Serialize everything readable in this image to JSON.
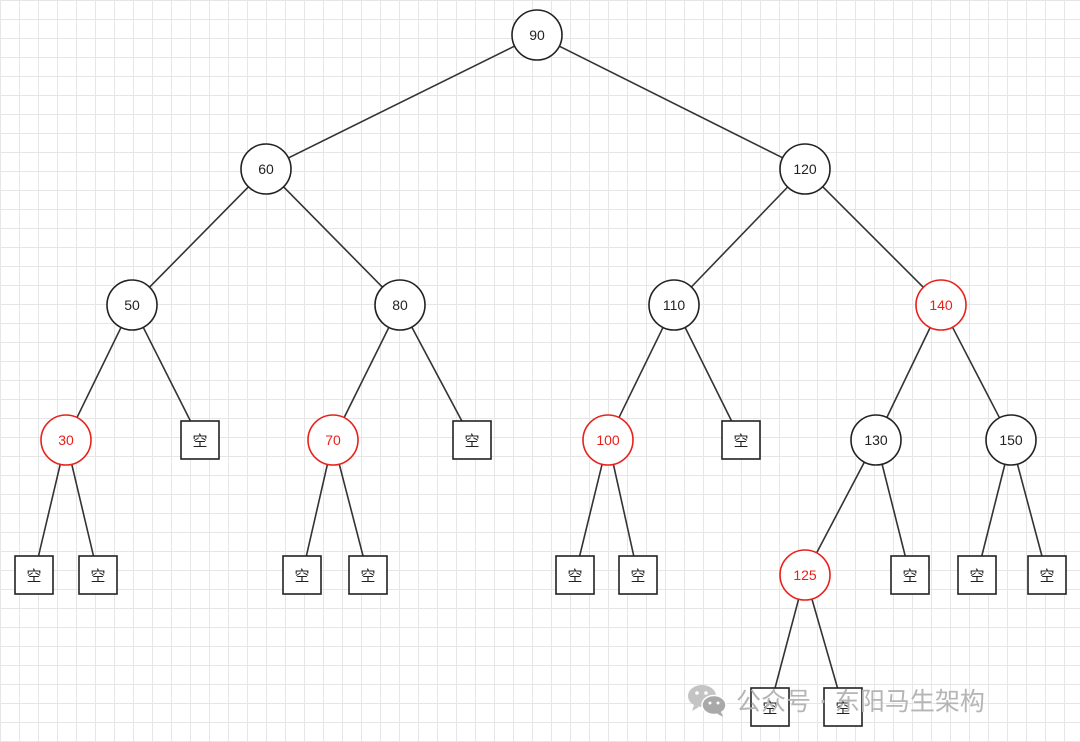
{
  "tree": {
    "nodes": [
      {
        "id": "n90",
        "label": "90",
        "color": "black"
      },
      {
        "id": "n60",
        "label": "60",
        "color": "black"
      },
      {
        "id": "n120",
        "label": "120",
        "color": "black"
      },
      {
        "id": "n50",
        "label": "50",
        "color": "black"
      },
      {
        "id": "n80",
        "label": "80",
        "color": "black"
      },
      {
        "id": "n110",
        "label": "110",
        "color": "black"
      },
      {
        "id": "n140",
        "label": "140",
        "color": "red"
      },
      {
        "id": "n30",
        "label": "30",
        "color": "red"
      },
      {
        "id": "n70",
        "label": "70",
        "color": "red"
      },
      {
        "id": "n100",
        "label": "100",
        "color": "red"
      },
      {
        "id": "n130",
        "label": "130",
        "color": "black"
      },
      {
        "id": "n150",
        "label": "150",
        "color": "black"
      },
      {
        "id": "n125",
        "label": "125",
        "color": "red"
      }
    ],
    "nil_label": "空",
    "edges": [
      [
        "n90",
        "n60"
      ],
      [
        "n90",
        "n120"
      ],
      [
        "n60",
        "n50"
      ],
      [
        "n60",
        "n80"
      ],
      [
        "n120",
        "n110"
      ],
      [
        "n120",
        "n140"
      ],
      [
        "n50",
        "n30"
      ],
      [
        "n50",
        "nil_50r"
      ],
      [
        "n80",
        "n70"
      ],
      [
        "n80",
        "nil_80r"
      ],
      [
        "n110",
        "n100"
      ],
      [
        "n110",
        "nil_110r"
      ],
      [
        "n140",
        "n130"
      ],
      [
        "n140",
        "n150"
      ],
      [
        "n30",
        "nil_30l"
      ],
      [
        "n30",
        "nil_30r"
      ],
      [
        "n70",
        "nil_70l"
      ],
      [
        "n70",
        "nil_70r"
      ],
      [
        "n100",
        "nil_100l"
      ],
      [
        "n100",
        "nil_100r"
      ],
      [
        "n130",
        "n125"
      ],
      [
        "n130",
        "nil_130r"
      ],
      [
        "n150",
        "nil_150l"
      ],
      [
        "n150",
        "nil_150r"
      ],
      [
        "n125",
        "nil_125l"
      ],
      [
        "n125",
        "nil_125r"
      ]
    ]
  },
  "colors": {
    "red": "#e8211c",
    "black": "#222222",
    "edge": "#333333",
    "grid": "#e6e6e6",
    "watermark": "#b5b5b5"
  },
  "watermark": {
    "text": "公众号 · 东阳马生架构",
    "icon": "wechat-icon"
  }
}
